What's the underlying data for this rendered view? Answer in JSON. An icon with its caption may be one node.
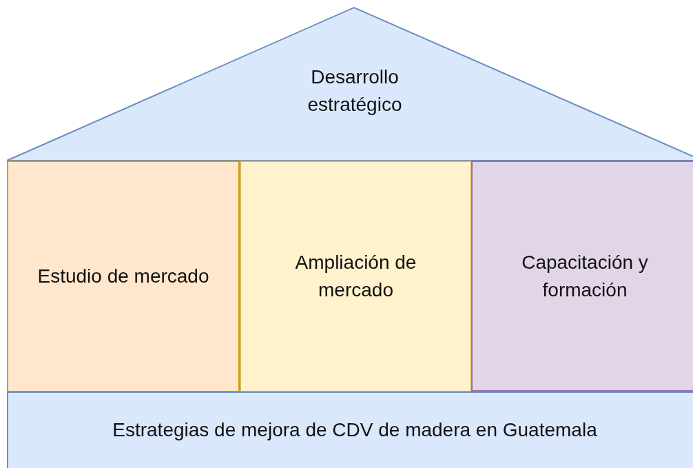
{
  "diagram": {
    "nodes": [
      {
        "text": [
          "Desarrollo estratégico"
        ]
      },
      {
        "text": [
          "Estudio de mercado"
        ]
      },
      {
        "text": [
          "Ampliación de mercado"
        ]
      },
      {
        "text": [
          "Capacitación y formación"
        ]
      },
      {
        "text": [
          "Estrategias de mejora de CDV de madera en Guatemala"
        ]
      }
    ]
  }
}
